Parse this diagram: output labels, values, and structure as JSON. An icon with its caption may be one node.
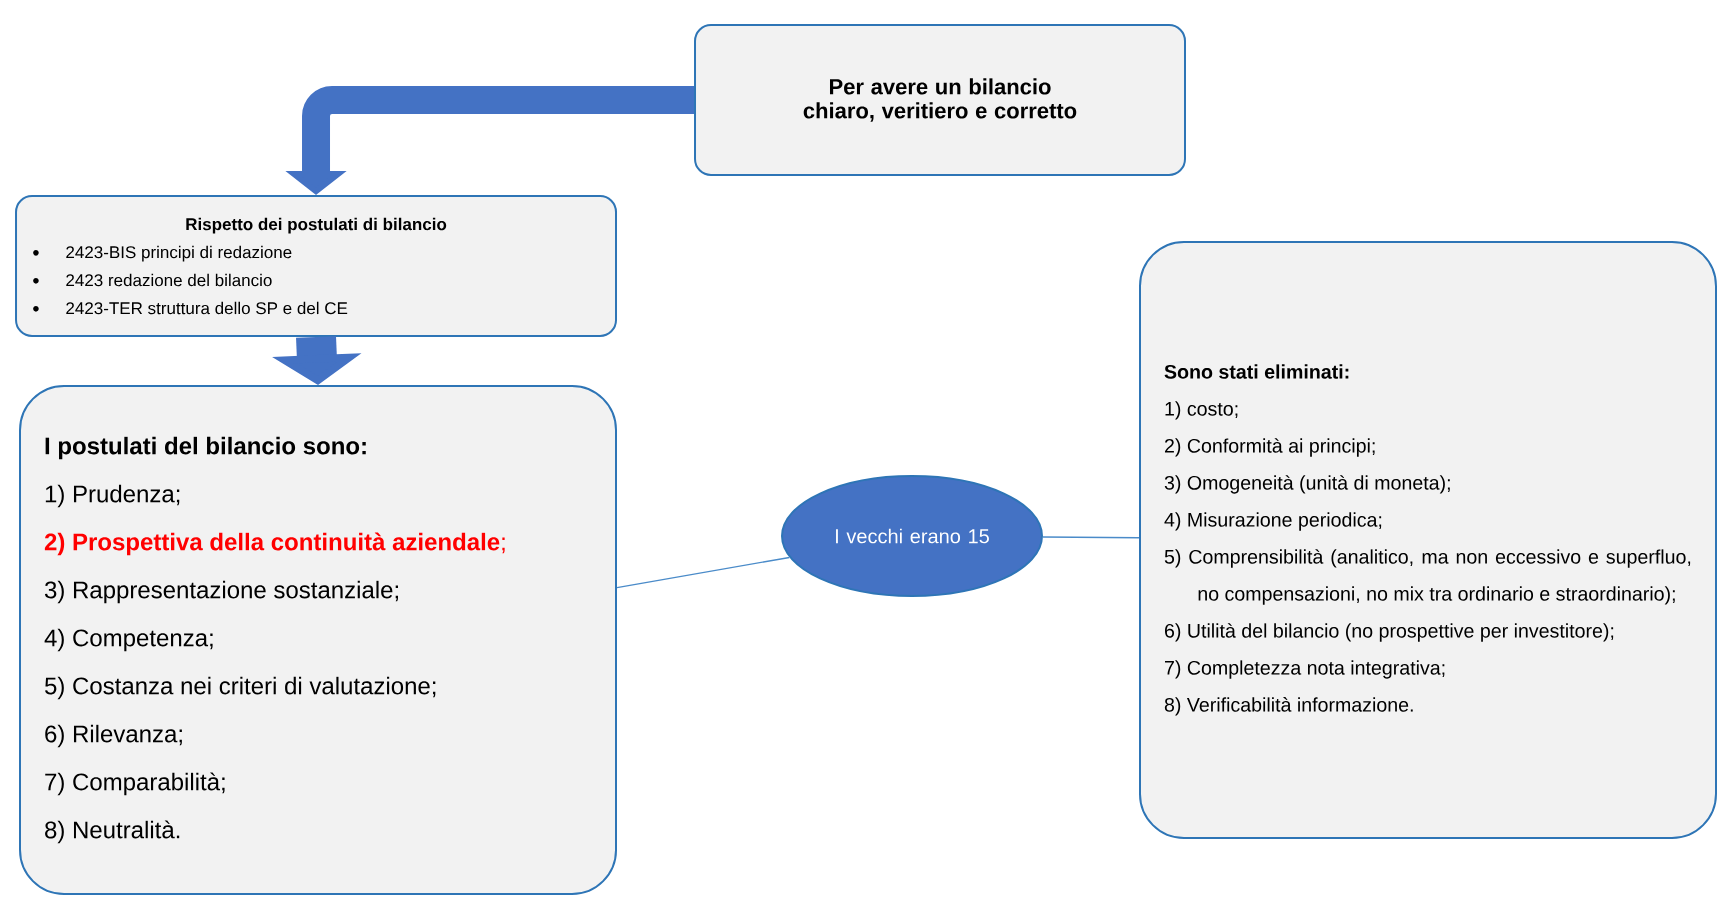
{
  "diagram": {
    "nodes": [
      {
        "text": [
          "Per avere un bilancio chiaro, veritiero e corretto"
        ]
      },
      {
        "text": [
          "Rispetto dei postulati di bilancio",
          "2423-BIS principi di redazione",
          "2423 redazione del bilancio",
          "2423-TER struttura dello SP e del CE"
        ]
      },
      {
        "text": [
          "I postulati del bilancio sono:",
          "1) Prudenza;",
          "**2) Prospettiva della continuità aziendale**;",
          "3) Rappresentazione sostanziale;",
          "4) Competenza;",
          "5) Costanza nei criteri di valutazione;",
          "6) Rilevanza;",
          "7) Comparabilità;",
          "8) Neutralità."
        ]
      },
      {
        "text": [
          "I vecchi erano 15"
        ]
      },
      {
        "text": [
          "Sono stati eliminati:",
          "1) costo;",
          "2) Conformità ai principi;",
          "3) Omogeneità (unità di moneta);",
          "4) Misurazione periodica;",
          "5) Comprensibilità (analitico, ma non eccessivo e superfluo, no compensazioni, no mix tra ordinario e straordinario);",
          "6) Utilità del bilancio (no prospettive per investitore);",
          "7) Completezza nota integrativa;",
          "8) Verificabilità informazione."
        ]
      }
    ],
    "edges": [
      {
        "from": 0,
        "to": 1,
        "arrow": "to",
        "style": "thick",
        "color": "#4472c4"
      },
      {
        "from": 1,
        "to": 2,
        "arrow": "to",
        "style": "thick",
        "color": "#4472c4"
      },
      {
        "from": 2,
        "to": 3,
        "arrow": "none"
      },
      {
        "from": 3,
        "to": 4,
        "arrow": "none"
      }
    ]
  }
}
